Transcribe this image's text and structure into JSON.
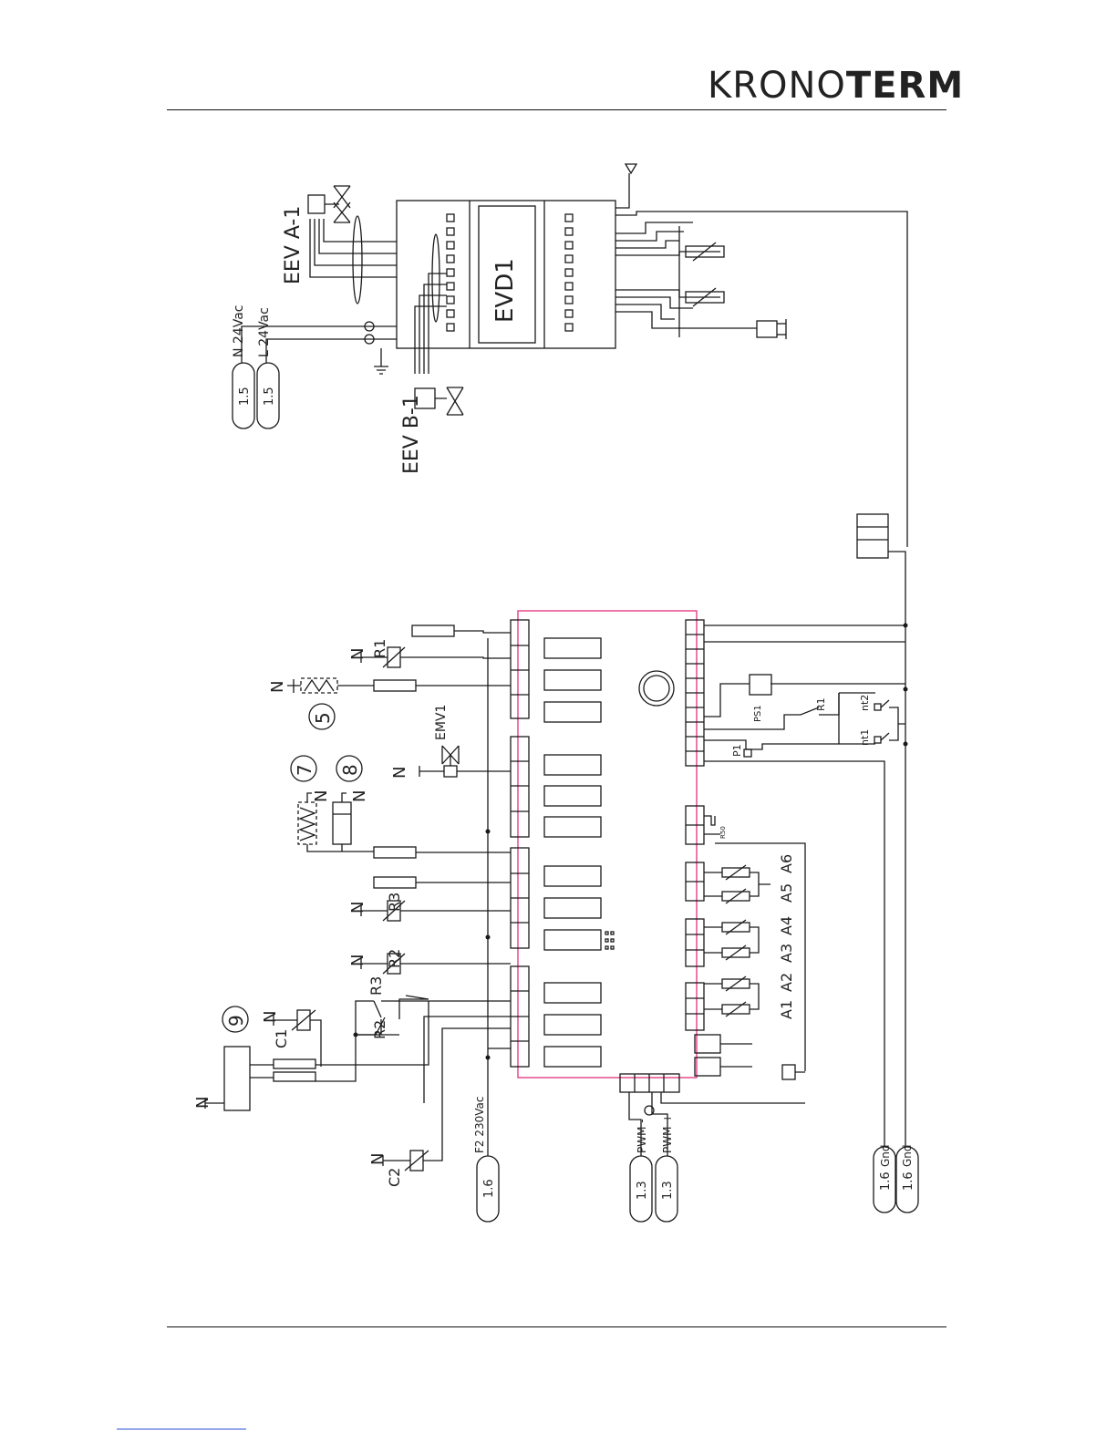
{
  "header": {
    "logo_light": "KRONO",
    "logo_bold": "TERM"
  },
  "diagram": {
    "labels": {
      "eev_a": "EEV A-1",
      "eev_b": "EEV B-1",
      "evd": "EVD1",
      "n_24vac": "N 24Vac",
      "l_24vac": "L 24Vac",
      "f2_230vac": "F2 230Vac",
      "pwm_minus": "PWM -",
      "pwm_plus": "PWM +",
      "gnd_1": "Gnd",
      "gnd_2": "Gnd",
      "emv1": "EMV1",
      "c1": "C1",
      "c2": "C2",
      "r1": "R1",
      "r2": "R2",
      "r3": "R3",
      "r2_contact": "R2",
      "r3_contact": "R3",
      "r1_contact": "R1",
      "ps1": "PS1",
      "p1": "P1",
      "nt1": "nt1",
      "nt2": "nt2",
      "r50": "R50",
      "a1": "A1",
      "a2": "A2",
      "a3": "A3",
      "a4": "A4",
      "a5": "A5",
      "a6": "A6",
      "n": "N",
      "num_5": "5",
      "num_7": "7",
      "num_8": "8",
      "num_9": "9"
    },
    "connectors": {
      "c_15_a": "1.5",
      "c_15_b": "1.5",
      "c_16_a": "1.6",
      "c_13_a": "1.3",
      "c_13_b": "1.3",
      "c_16_b": "1.6",
      "c_16_c": "1.6"
    },
    "colors": {
      "board_outline": "#e0307a",
      "line": "#1a1a1a",
      "label": "#222222"
    }
  }
}
